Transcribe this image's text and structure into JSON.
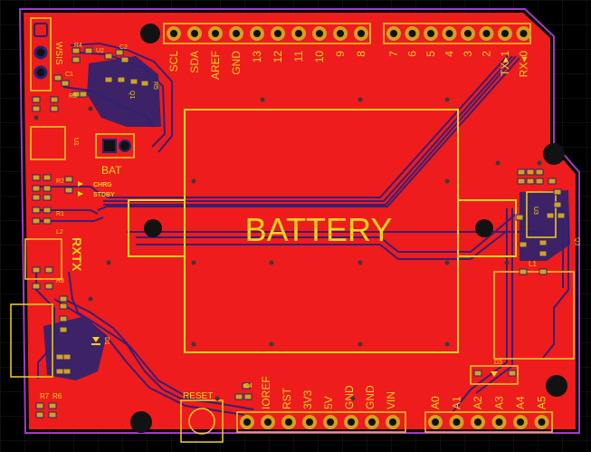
{
  "header_pins_top_left": [
    "SCL",
    "SDA",
    "AREF",
    "GND",
    "13",
    "12",
    "11",
    "10",
    "9",
    "8"
  ],
  "header_pins_top_right": [
    "7",
    "6",
    "5",
    "4",
    "3",
    "2",
    "TX▸1",
    "RX◂0"
  ],
  "header_pins_bottom_power": [
    "IOREF",
    "RST",
    "3V3",
    "5V",
    "GND",
    "GND",
    "VIN"
  ],
  "header_pins_bottom_analog": [
    "A0",
    "A1",
    "A2",
    "A3",
    "A4",
    "A5"
  ],
  "battery_label": "BATTERY",
  "bat_label": "BAT",
  "reset_label": "RESET",
  "rxtx_label": "RXTX",
  "chrg_label": "CHRG",
  "stdby_label": "STDBY",
  "wsis_label": "WSIS",
  "refdes": {
    "r4": "R4",
    "u2": "U2",
    "c2": "C2",
    "c1": "C1",
    "r3": "R3",
    "r5": "R5",
    "q1": "Q1",
    "u1": "U1",
    "r2": "R2",
    "r1": "R1",
    "l2": "L2",
    "r8": "R8",
    "d1": "D1",
    "r7": "R7",
    "r6": "R6",
    "c4": "C4",
    "u3": "U3",
    "l1": "L1",
    "d3": "D3",
    "q3": "Q3"
  },
  "colors": {
    "background": "#000000",
    "grid": "#1c1c1c",
    "copper": "#ee1c1c",
    "trace_clear": "#3a1e74",
    "board_outline": "#a03cc8",
    "silkscreen": "#f2d21e",
    "hole": "#121212"
  }
}
